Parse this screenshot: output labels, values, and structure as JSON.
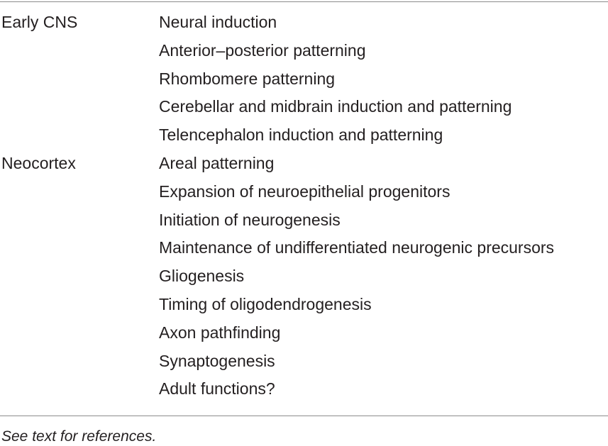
{
  "table": {
    "groups": [
      {
        "category": "Early CNS",
        "items": [
          "Neural induction",
          "Anterior–posterior patterning",
          "Rhombomere patterning",
          "Cerebellar and midbrain induction and patterning",
          "Telencephalon induction and patterning"
        ]
      },
      {
        "category": "Neocortex",
        "items": [
          "Areal patterning",
          "Expansion of neuroepithelial progenitors",
          "Initiation of neurogenesis",
          "Maintenance of undifferentiated neurogenic precursors",
          "Gliogenesis",
          "Timing of oligodendrogenesis",
          "Axon pathfinding",
          "Synaptogenesis",
          "Adult functions?"
        ]
      }
    ]
  },
  "footnote": "See text for references."
}
